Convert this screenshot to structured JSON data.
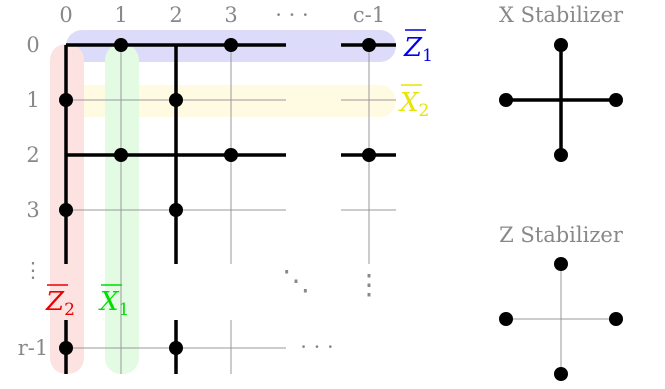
{
  "diagram": {
    "column_labels": [
      "0",
      "1",
      "2",
      "3",
      "· · ·",
      "c-1"
    ],
    "row_labels": [
      "0",
      "1",
      "2",
      "3",
      "⋮",
      "r-1"
    ],
    "diagonal_ellipsis": "⋱",
    "vertical_ellipsis": "⋮",
    "horizontal_ellipsis": "· · ·",
    "logical_operators": {
      "z1": {
        "letter": "Z",
        "sub": "1",
        "color": "#0000ee"
      },
      "x2": {
        "letter": "X",
        "sub": "2",
        "color": "#e6e600"
      },
      "z2": {
        "letter": "Z",
        "sub": "2",
        "color": "#ee0000"
      },
      "x1": {
        "letter": "X",
        "sub": "1",
        "color": "#00dd00"
      }
    },
    "highlight_colors": {
      "blue": "#dcdcfa",
      "yellow": "#fefbe2",
      "red": "#fde2e2",
      "green": "#e2fbe2"
    }
  },
  "legend": {
    "x_stabilizer_title": "X Stabilizer",
    "z_stabilizer_title": "Z Stabilizer"
  }
}
